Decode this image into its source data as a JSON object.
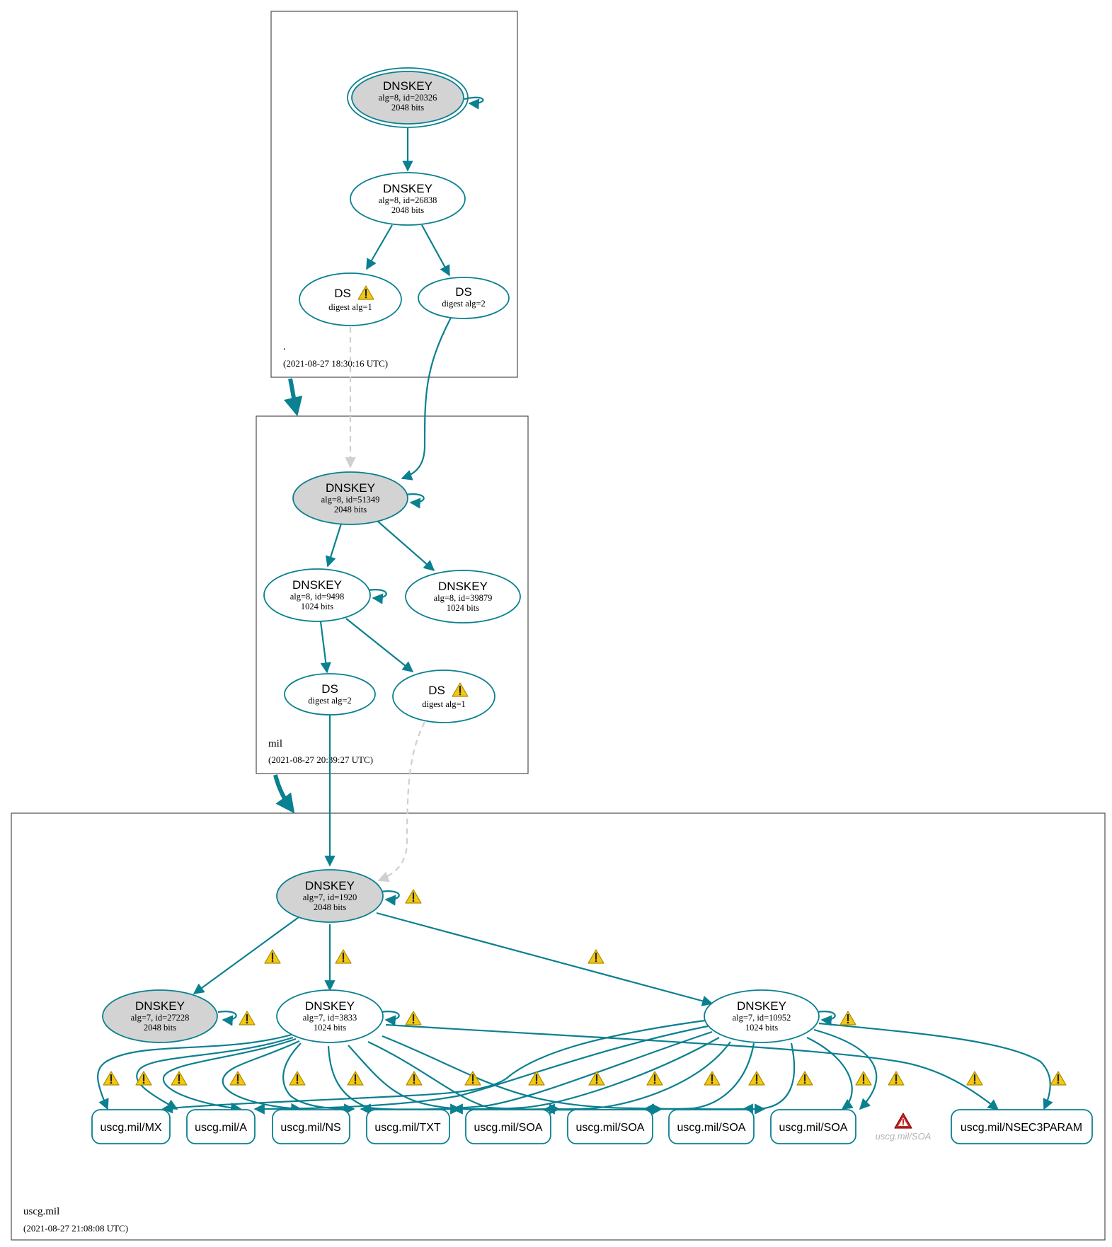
{
  "zones": {
    "root": {
      "name": ".",
      "timestamp": "(2021-08-27 18:30:16 UTC)"
    },
    "mil": {
      "name": "mil",
      "timestamp": "(2021-08-27 20:39:27 UTC)"
    },
    "uscg": {
      "name": "uscg.mil",
      "timestamp": "(2021-08-27 21:08:08 UTC)"
    }
  },
  "nodes": {
    "root_ksk": {
      "title": "DNSKEY",
      "line1": "alg=8, id=20326",
      "line2": "2048 bits"
    },
    "root_zsk": {
      "title": "DNSKEY",
      "line1": "alg=8, id=26838",
      "line2": "2048 bits"
    },
    "root_ds1": {
      "title": "DS",
      "line1": "digest alg=1"
    },
    "root_ds2": {
      "title": "DS",
      "line1": "digest alg=2"
    },
    "mil_ksk": {
      "title": "DNSKEY",
      "line1": "alg=8, id=51349",
      "line2": "2048 bits"
    },
    "mil_zsk1": {
      "title": "DNSKEY",
      "line1": "alg=8, id=9498",
      "line2": "1024 bits"
    },
    "mil_zsk2": {
      "title": "DNSKEY",
      "line1": "alg=8, id=39879",
      "line2": "1024 bits"
    },
    "mil_ds2": {
      "title": "DS",
      "line1": "digest alg=2"
    },
    "mil_ds1": {
      "title": "DS",
      "line1": "digest alg=1"
    },
    "uscg_ksk": {
      "title": "DNSKEY",
      "line1": "alg=7, id=1920",
      "line2": "2048 bits"
    },
    "uscg_k27228": {
      "title": "DNSKEY",
      "line1": "alg=7, id=27228",
      "line2": "2048 bits"
    },
    "uscg_k3833": {
      "title": "DNSKEY",
      "line1": "alg=7, id=3833",
      "line2": "1024 bits"
    },
    "uscg_k10952": {
      "title": "DNSKEY",
      "line1": "alg=7, id=10952",
      "line2": "1024 bits"
    }
  },
  "rrsets": [
    "uscg.mil/MX",
    "uscg.mil/A",
    "uscg.mil/NS",
    "uscg.mil/TXT",
    "uscg.mil/SOA",
    "uscg.mil/SOA",
    "uscg.mil/SOA",
    "uscg.mil/SOA",
    "uscg.mil/NSEC3PARAM"
  ],
  "missing_rrset": "uscg.mil/SOA",
  "colors": {
    "edge": "#0a8090",
    "insecure_edge": "#cfcfcf",
    "ksk_fill": "#d3d3d3",
    "warning": "#f2c811",
    "error": "#cc2222"
  }
}
